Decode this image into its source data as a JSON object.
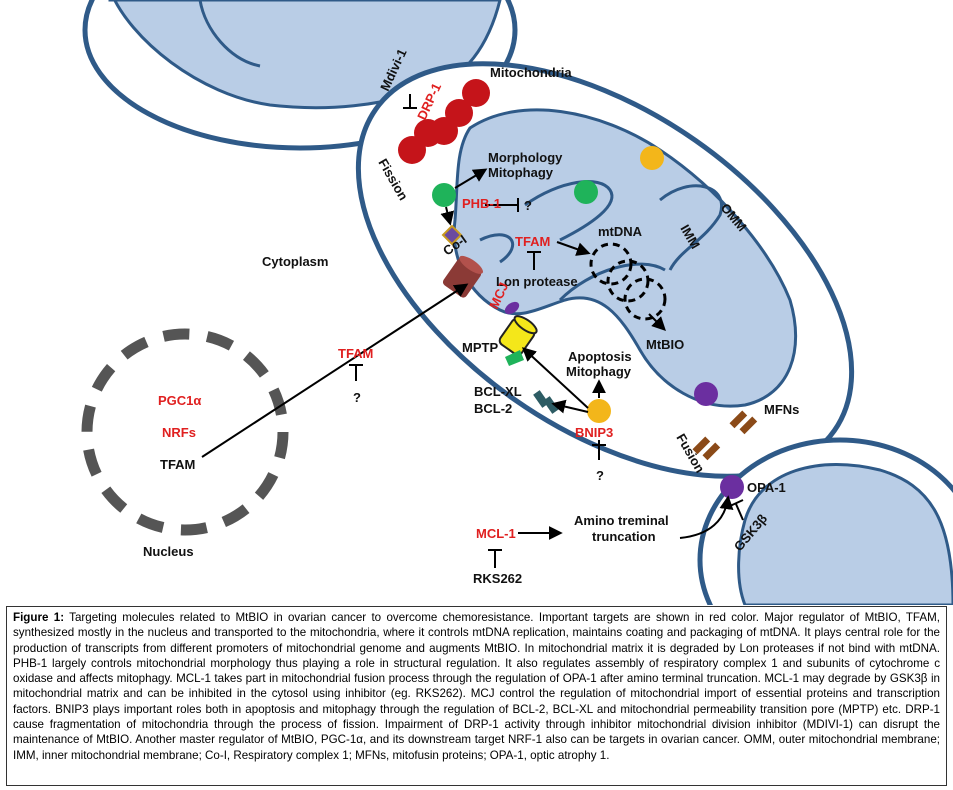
{
  "colors": {
    "membrane": "#2f5a88",
    "matrix": "#b9cde6",
    "important": "#e02020",
    "drp1": "#c5141a",
    "phb": "#1fb35a",
    "bnip3": "#f3b61a",
    "opa1": "#6b2fa0",
    "tfam_channel": "#8b3a36",
    "mptp": "#f4e71a",
    "mfn": "#8b4a18",
    "bcl": "#2d5c64",
    "nucleus_dash": "#555555"
  },
  "labels": {
    "mitochondria": "Mitochondria",
    "cytoplasm": "Cytoplasm",
    "nucleus": "Nucleus",
    "fission": "Fission",
    "fusion": "Fusion",
    "omm": "OMM",
    "imm": "IMM",
    "mdivi1": "Mdivi-1",
    "drp1": "DRP-1",
    "morphology": "Morphology",
    "mitophagy": "Mitophagy",
    "phb1": "PHB-1",
    "q_phb": "?",
    "co1": "Co-I",
    "tfam_mito": "TFAM",
    "mtdna": "mtDNA",
    "lon_protease": "Lon protease",
    "mcj": "MCJ",
    "mtbio": "MtBIO",
    "mptp": "MPTP",
    "apoptosis": "Apoptosis",
    "mitophagy2": "Mitophagy",
    "bclxl": "BCL-XL",
    "bcl2": "BCL-2",
    "bnip3": "BNIP3",
    "q_bnip3": "?",
    "mfns": "MFNs",
    "opa1": "OPA-1",
    "gsk3b": "GSK3β",
    "tfam_cyto": "TFAM",
    "q_tfam": "?",
    "pgc1a": "PGC1α",
    "nrfs": "NRFs",
    "tfam_nucleus": "TFAM",
    "mcl1": "MCL-1",
    "amino1": "Amino treminal",
    "amino2": "truncation",
    "rks262": "RKS262"
  },
  "caption": {
    "label": "Figure 1:",
    "text": " Targeting molecules related to MtBIO in ovarian cancer to overcome chemoresistance. Important targets are shown in red color. Major regulator of MtBIO, TFAM, synthesized mostly in the nucleus and transported to the mitochondria, where it controls mtDNA replication, maintains coating and packaging of mtDNA. It plays central role for the production of transcripts from different promoters of mitochondrial genome and augments MtBIO. In mitochondrial matrix it is degraded by Lon proteases if not bind with mtDNA. PHB-1 largely controls mitochondrial morphology thus playing a role in structural regulation. It also regulates assembly of respiratory complex 1 and subunits of cytochrome c oxidase and affects mitophagy. MCL-1 takes part in mitochondrial fusion process through the regulation of OPA-1 after amino terminal truncation. MCL-1 may degrade by GSK3β in mitochondrial matrix and can be inhibited in the cytosol using inhibitor (eg. RKS262). MCJ control the regulation of mitochondrial import of essential proteins and transcription factors. BNIP3 plays important roles both in apoptosis and mitophagy through the regulation of BCL-2, BCL-XL and mitochondrial permeability transition pore (MPTP) etc. DRP-1 cause fragmentation of mitochondria through the process of fission. Impairment of DRP-1 activity through inhibitor mitochondrial division inhibitor (MDIVI-1) can disrupt the maintenance of MtBIO. Another master regulator of MtBIO, PGC-1α, and its downstream target NRF-1 also can be targets in ovarian cancer. OMM, outer mitochondrial membrane; IMM, inner mitochondrial membrane; Co-I, Respiratory complex 1; MFNs, mitofusin proteins; OPA-1, optic atrophy 1."
  }
}
